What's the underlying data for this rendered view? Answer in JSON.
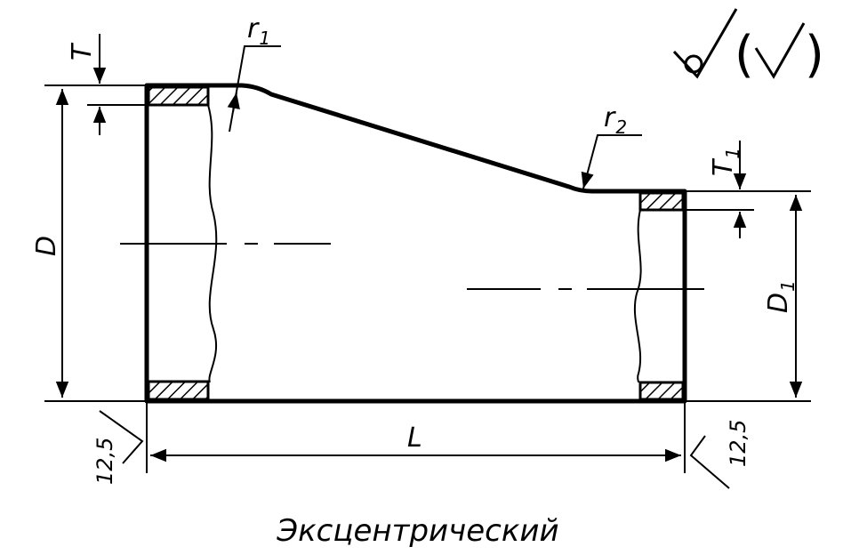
{
  "drawing": {
    "type": "technical drawing — eccentric pipe reducer",
    "labels": {
      "D": "D",
      "D1_main": "D",
      "D1_sub": "1",
      "L": "L",
      "T": "T",
      "T1_main": "T",
      "T1_sub": "1",
      "r1_main": "r",
      "r1_sub": "1",
      "r2_main": "r",
      "r2_sub": "2",
      "roughness_left": "12,5",
      "roughness_right": "12,5",
      "roughness_note_open": "(",
      "roughness_note_close": ")"
    },
    "caption": "Эксцентрический",
    "colors": {
      "line": "#000000",
      "background": "#ffffff"
    }
  }
}
